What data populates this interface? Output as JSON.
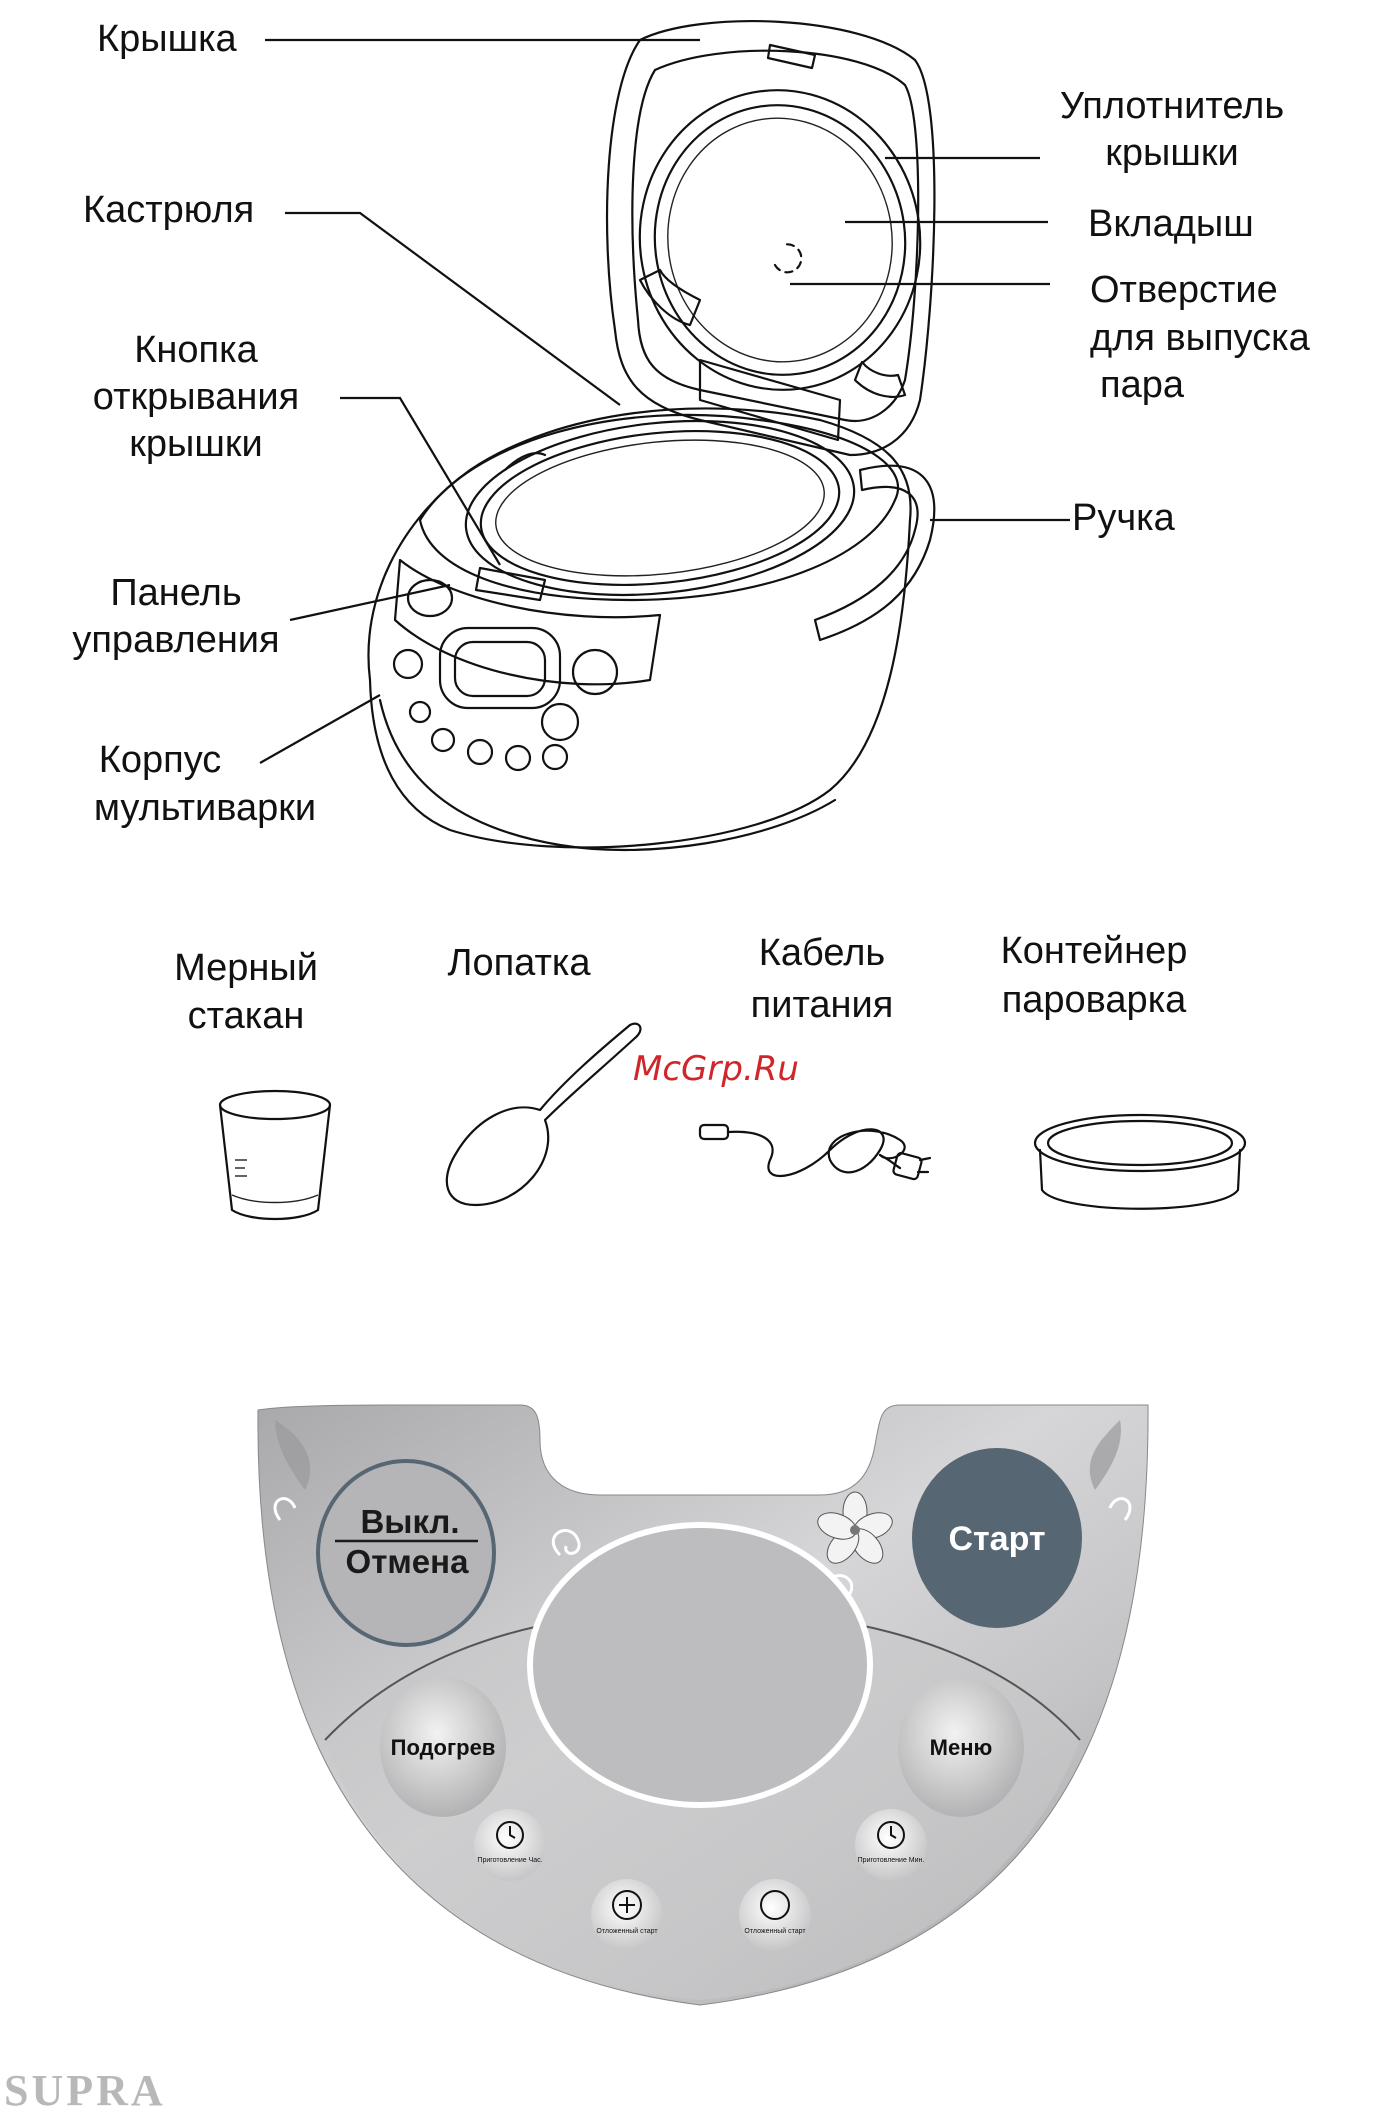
{
  "diagram": {
    "labels": {
      "lid": "Крышка",
      "lid_seal_1": "Уплотнитель",
      "lid_seal_2": "крышки",
      "liner": "Вкладыш",
      "steam_1": "Отверстие",
      "steam_2": "для выпуска",
      "steam_3": "пара",
      "pot": "Кастрюля",
      "open_btn_1": "Кнопка",
      "open_btn_2": "открывания",
      "open_btn_3": "крышки",
      "panel_1": "Панель",
      "panel_2": "управления",
      "handle": "Ручка",
      "body_1": "Корпус",
      "body_2": "мультиварки"
    }
  },
  "accessories": {
    "cup_1": "Мерный",
    "cup_2": "стакан",
    "spatula": "Лопатка",
    "cable_1": "Кабель",
    "cable_2": "питания",
    "steamer_1": "Контейнер",
    "steamer_2": "пароварка"
  },
  "watermark": "McGrp.Ru",
  "control_panel": {
    "off_cancel_1": "Выкл.",
    "off_cancel_2": "Отмена",
    "start": "Старт",
    "keep_warm": "Подогрев",
    "menu": "Меню",
    "cook_hours": "Приготовление Час.",
    "cook_minutes": "Приготовление Мин.",
    "delay_start_plus": "Отложенный старт",
    "delay_start": "Отложенный старт",
    "colors": {
      "start_button": "#566673",
      "panel_gray": "#b9b9bb",
      "display": "#bdbdbf"
    }
  },
  "brand": "SUPRA"
}
